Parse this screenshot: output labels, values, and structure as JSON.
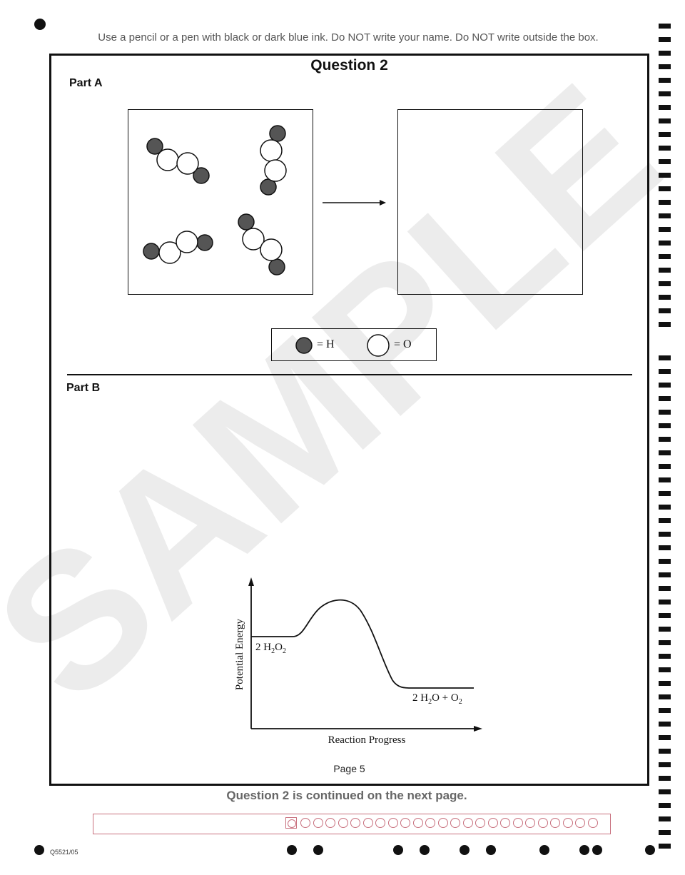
{
  "header": {
    "instructions": "Use a pencil or a pen with black or dark blue ink. Do NOT write your name. Do NOT write outside the box."
  },
  "question": {
    "title": "Question 2",
    "part_a": {
      "label": "Part A",
      "legend": {
        "h_label": "= H",
        "o_label": "= O"
      }
    },
    "part_b": {
      "label": "Part B",
      "graph": {
        "y_axis_label": "Potential Energy",
        "x_axis_label": "Reaction Progress",
        "reactants": {
          "coef": "2 H",
          "sub1": "2",
          "mid": "O",
          "sub2": "2"
        },
        "products": {
          "p1": "2 H",
          "sub1": "2",
          "p2": "O + O",
          "sub2": "2"
        }
      }
    }
  },
  "footer": {
    "page_label": "Page 5",
    "continued_note": "Question 2 is continued on the next page.",
    "form_code": "Q5521/05"
  },
  "watermark": {
    "text": "SAMPLE",
    "color": "#ececec"
  },
  "colors": {
    "hydrogen": "#555555",
    "oxygen": "#ffffff",
    "strip_border": "#c8707e"
  }
}
